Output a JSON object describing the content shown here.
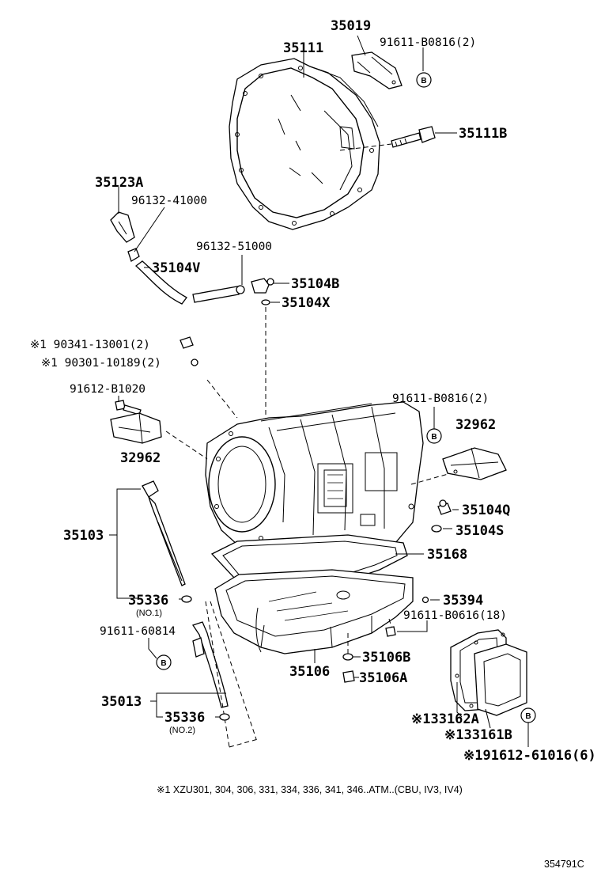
{
  "labels": {
    "p35019": "35019",
    "p35111": "35111",
    "p91611_b0816_top": "91611-B0816(2)",
    "p35111B": "35111B",
    "p35123A": "35123A",
    "p96132_41000": "96132-41000",
    "p96132_51000": "96132-51000",
    "p35104V": "35104V",
    "p35104B": "35104B",
    "p35104X": "35104X",
    "p90341": "※1 90341-13001(2)",
    "p90301": "※1 90301-10189(2)",
    "p91612_b1020": "91612-B1020",
    "p91611_b0816_mid": "91611-B0816(2)",
    "p32962_left": "32962",
    "p32962_right": "32962",
    "p35104Q": "35104Q",
    "p35104S": "35104S",
    "p35103": "35103",
    "p35168": "35168",
    "p35336_a": "35336",
    "p35336_a_note": "(NO.1)",
    "p35394": "35394",
    "p91611_b0616": "91611-B0616(18)",
    "p91611_60814": "91611-60814",
    "p35106B": "35106B",
    "p35106": "35106",
    "p35106A": "35106A",
    "p35013": "35013",
    "p35336_b": "35336",
    "p35336_b_note": "(NO.2)",
    "p33162A": "※133162A",
    "p33161B": "※133161B",
    "p91612_61016": "※191612-61016(6)"
  },
  "circle_marker": "B",
  "footnote": "※1 XZU301, 304, 306, 331, 334, 336, 341, 346..ATM..(CBU, IV3, IV4)",
  "figure_code": "354791C"
}
